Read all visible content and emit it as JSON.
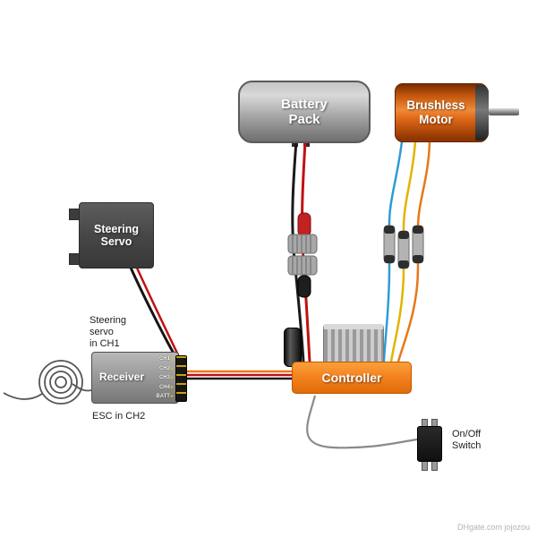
{
  "components": {
    "battery": {
      "label": "Battery\nPack"
    },
    "motor": {
      "label": "Brushless\nMotor"
    },
    "servo": {
      "label": "Steering\nServo"
    },
    "receiver": {
      "label": "Receiver",
      "pins": [
        "CH1",
        "CH2",
        "CH3",
        "CH4",
        "BATT"
      ],
      "pin_arrow": "▸"
    },
    "controller": {
      "label": "Controller"
    },
    "switch": {
      "label": "On/Off\nSwitch"
    }
  },
  "notes": {
    "ch1": "Steering\nservo\nin CH1",
    "ch2": "ESC in CH2"
  },
  "watermark": "DHgate.com jojozou",
  "colors": {
    "controller_orange": "#f5831f",
    "motor_orange": "#e06818",
    "wire_red": "#c11111",
    "wire_black": "#1a1a1a",
    "wire_blue": "#2e9bd6",
    "wire_yellow": "#e2b400",
    "wire_orange": "#e87818",
    "wire_gray": "#8a8a8a"
  }
}
